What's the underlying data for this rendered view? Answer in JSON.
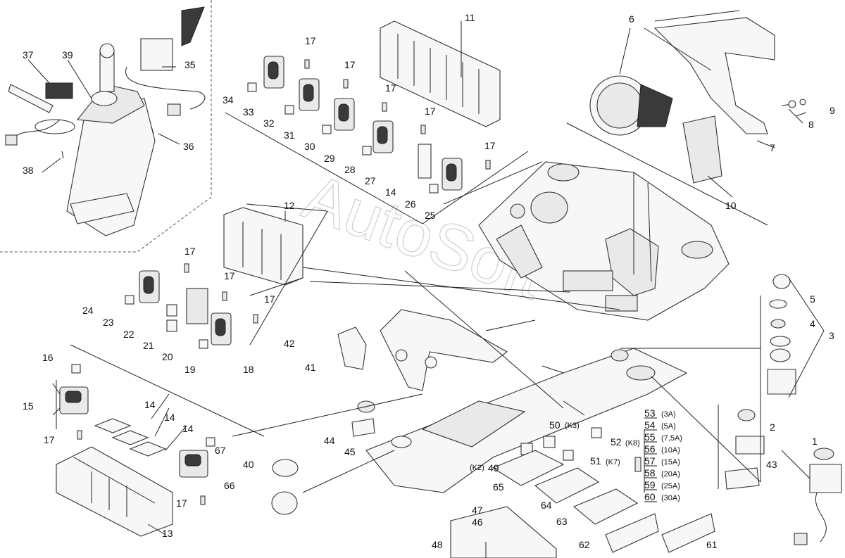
{
  "watermark": "AutoSoft",
  "callouts": [
    {
      "id": "c1",
      "text": "1"
    },
    {
      "id": "c2",
      "text": "2"
    },
    {
      "id": "c3",
      "text": "3"
    },
    {
      "id": "c4",
      "text": "4"
    },
    {
      "id": "c5",
      "text": "5"
    },
    {
      "id": "c6",
      "text": "6"
    },
    {
      "id": "c7",
      "text": "7"
    },
    {
      "id": "c8",
      "text": "8"
    },
    {
      "id": "c9",
      "text": "9"
    },
    {
      "id": "c10",
      "text": "10"
    },
    {
      "id": "c11",
      "text": "11"
    },
    {
      "id": "c12",
      "text": "12"
    },
    {
      "id": "c13",
      "text": "13"
    },
    {
      "id": "c14a",
      "text": "14"
    },
    {
      "id": "c14b",
      "text": "14"
    },
    {
      "id": "c14c",
      "text": "14"
    },
    {
      "id": "c14d",
      "text": "14"
    },
    {
      "id": "c14e",
      "text": "14"
    },
    {
      "id": "c15",
      "text": "15"
    },
    {
      "id": "c16",
      "text": "16"
    },
    {
      "id": "c17a",
      "text": "17"
    },
    {
      "id": "c17b",
      "text": "17"
    },
    {
      "id": "c17c",
      "text": "17"
    },
    {
      "id": "c17d",
      "text": "17"
    },
    {
      "id": "c17e",
      "text": "17"
    },
    {
      "id": "c17f",
      "text": "17"
    },
    {
      "id": "c17g",
      "text": "17"
    },
    {
      "id": "c17h",
      "text": "17"
    },
    {
      "id": "c17i",
      "text": "17"
    },
    {
      "id": "c17j",
      "text": "17"
    },
    {
      "id": "c18",
      "text": "18"
    },
    {
      "id": "c19",
      "text": "19"
    },
    {
      "id": "c20",
      "text": "20"
    },
    {
      "id": "c21",
      "text": "21"
    },
    {
      "id": "c22",
      "text": "22"
    },
    {
      "id": "c23",
      "text": "23"
    },
    {
      "id": "c24",
      "text": "24"
    },
    {
      "id": "c25",
      "text": "25"
    },
    {
      "id": "c26",
      "text": "26"
    },
    {
      "id": "c27",
      "text": "27"
    },
    {
      "id": "c28",
      "text": "28"
    },
    {
      "id": "c29",
      "text": "29"
    },
    {
      "id": "c30",
      "text": "30"
    },
    {
      "id": "c31",
      "text": "31"
    },
    {
      "id": "c32",
      "text": "32"
    },
    {
      "id": "c33",
      "text": "33"
    },
    {
      "id": "c34",
      "text": "34"
    },
    {
      "id": "c35",
      "text": "35"
    },
    {
      "id": "c36",
      "text": "36"
    },
    {
      "id": "c37",
      "text": "37"
    },
    {
      "id": "c38",
      "text": "38"
    },
    {
      "id": "c39",
      "text": "39"
    },
    {
      "id": "c40",
      "text": "40"
    },
    {
      "id": "c41",
      "text": "41"
    },
    {
      "id": "c42",
      "text": "42"
    },
    {
      "id": "c43",
      "text": "43"
    },
    {
      "id": "c44",
      "text": "44"
    },
    {
      "id": "c45",
      "text": "45"
    },
    {
      "id": "c46",
      "text": "46"
    },
    {
      "id": "c47",
      "text": "47"
    },
    {
      "id": "c48",
      "text": "48"
    },
    {
      "id": "c49",
      "text": "49"
    },
    {
      "id": "c50",
      "text": "50"
    },
    {
      "id": "c51",
      "text": "51"
    },
    {
      "id": "c52",
      "text": "52"
    },
    {
      "id": "c61",
      "text": "61"
    },
    {
      "id": "c62",
      "text": "62"
    },
    {
      "id": "c63",
      "text": "63"
    },
    {
      "id": "c64",
      "text": "64"
    },
    {
      "id": "c65",
      "text": "65"
    },
    {
      "id": "c66",
      "text": "66"
    },
    {
      "id": "c67",
      "text": "67"
    }
  ],
  "relay_codes": {
    "k2": "(K2)",
    "k3": "(K3)",
    "k7": "(K7)",
    "k8": "(K8)"
  },
  "fuse_legend": [
    {
      "num": "53",
      "rating": "(3A)"
    },
    {
      "num": "54",
      "rating": "(5A)"
    },
    {
      "num": "55",
      "rating": "(7,5A)"
    },
    {
      "num": "56",
      "rating": "(10A)"
    },
    {
      "num": "57",
      "rating": "(15A)"
    },
    {
      "num": "58",
      "rating": "(20A)"
    },
    {
      "num": "59",
      "rating": "(25A)"
    },
    {
      "num": "60",
      "rating": "(30A)"
    }
  ]
}
